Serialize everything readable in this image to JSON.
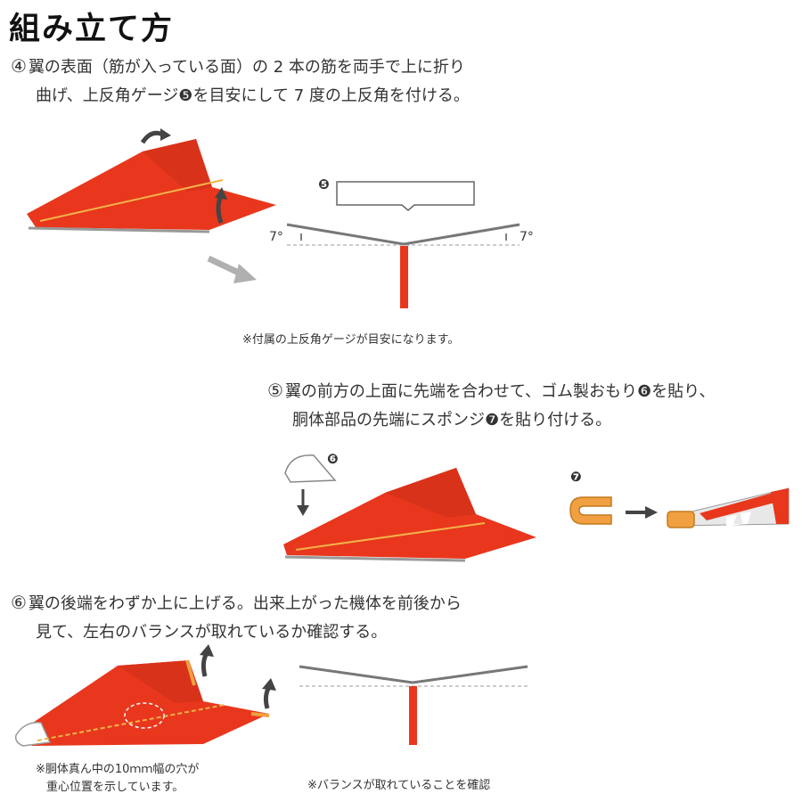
{
  "title": "組み立て方",
  "step4": {
    "number": "④",
    "line1": "翼の表面（筋が入っている面）の 2 本の筋を両手で上に折り",
    "line2": "曲げ、上反角ゲージ❺を目安にして 7 度の上反角を付ける。",
    "gauge_marker": "❺",
    "angle_left": "7°",
    "angle_right": "7°",
    "note": "※付属の上反角ゲージが目安になります。"
  },
  "step5": {
    "number": "⑤",
    "line1": "翼の前方の上面に先端を合わせて、ゴム製おもり❻を貼り、",
    "line2": "胴体部品の先端にスポンジ❼を貼り付ける。",
    "weight_marker": "❻",
    "sponge_marker": "❼"
  },
  "step6": {
    "number": "⑥",
    "line1": "翼の後端をわずか上に上げる。出来上がった機体を前後から",
    "line2": "見て、左右のバランスが取れているか確認する。",
    "note_left_1": "※胴体真ん中の10ｍｍ幅の穴が",
    "note_left_2": "重心位置を示しています。",
    "note_right": "※バランスが取れていることを確認"
  },
  "colors": {
    "plane_red": "#e8371d",
    "plane_dark": "#c42a14",
    "fold_line": "#f3b24a",
    "sponge": "#f0a040",
    "arrow_gray": "#b0b0b0"
  }
}
